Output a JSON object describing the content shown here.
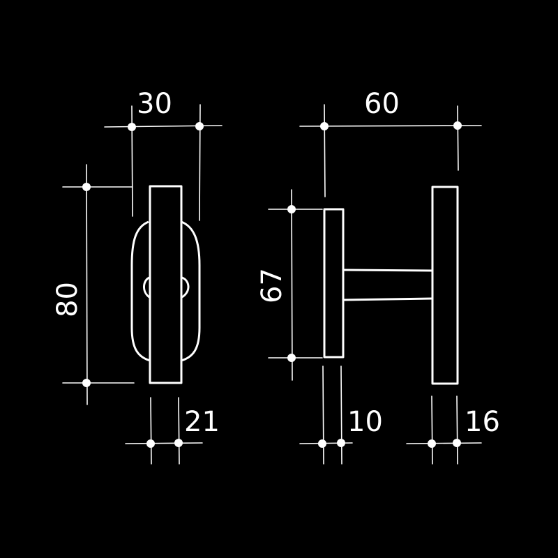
{
  "colors": {
    "background": "#000000",
    "ink": "#ffffff"
  },
  "front_view": {
    "dims": {
      "width_top": "30",
      "height": "80",
      "plate_bottom": "21"
    }
  },
  "side_view": {
    "dims": {
      "width_top": "60",
      "rose_height": "67",
      "rose_thickness": "10",
      "handle_thickness": "16"
    }
  }
}
